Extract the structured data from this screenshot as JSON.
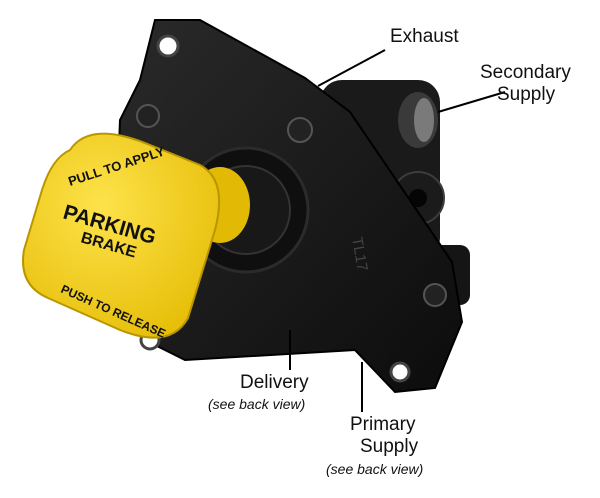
{
  "knob": {
    "top_text": "PULL TO APPLY",
    "title_line1": "PARKING",
    "title_line2": "BRAKE",
    "bottom_text": "PUSH TO RELEASE"
  },
  "body_marking": "TL17",
  "callouts": {
    "exhaust": "Exhaust",
    "secondary_supply_line1": "Secondary",
    "secondary_supply_line2": "Supply",
    "delivery": "Delivery",
    "delivery_note": "(see back view)",
    "primary_supply_line1": "Primary",
    "primary_supply_line2": "Supply",
    "primary_supply_note": "(see back view)"
  },
  "colors": {
    "knob": "#f6d21a",
    "body": "#141414",
    "text": "#111111"
  }
}
